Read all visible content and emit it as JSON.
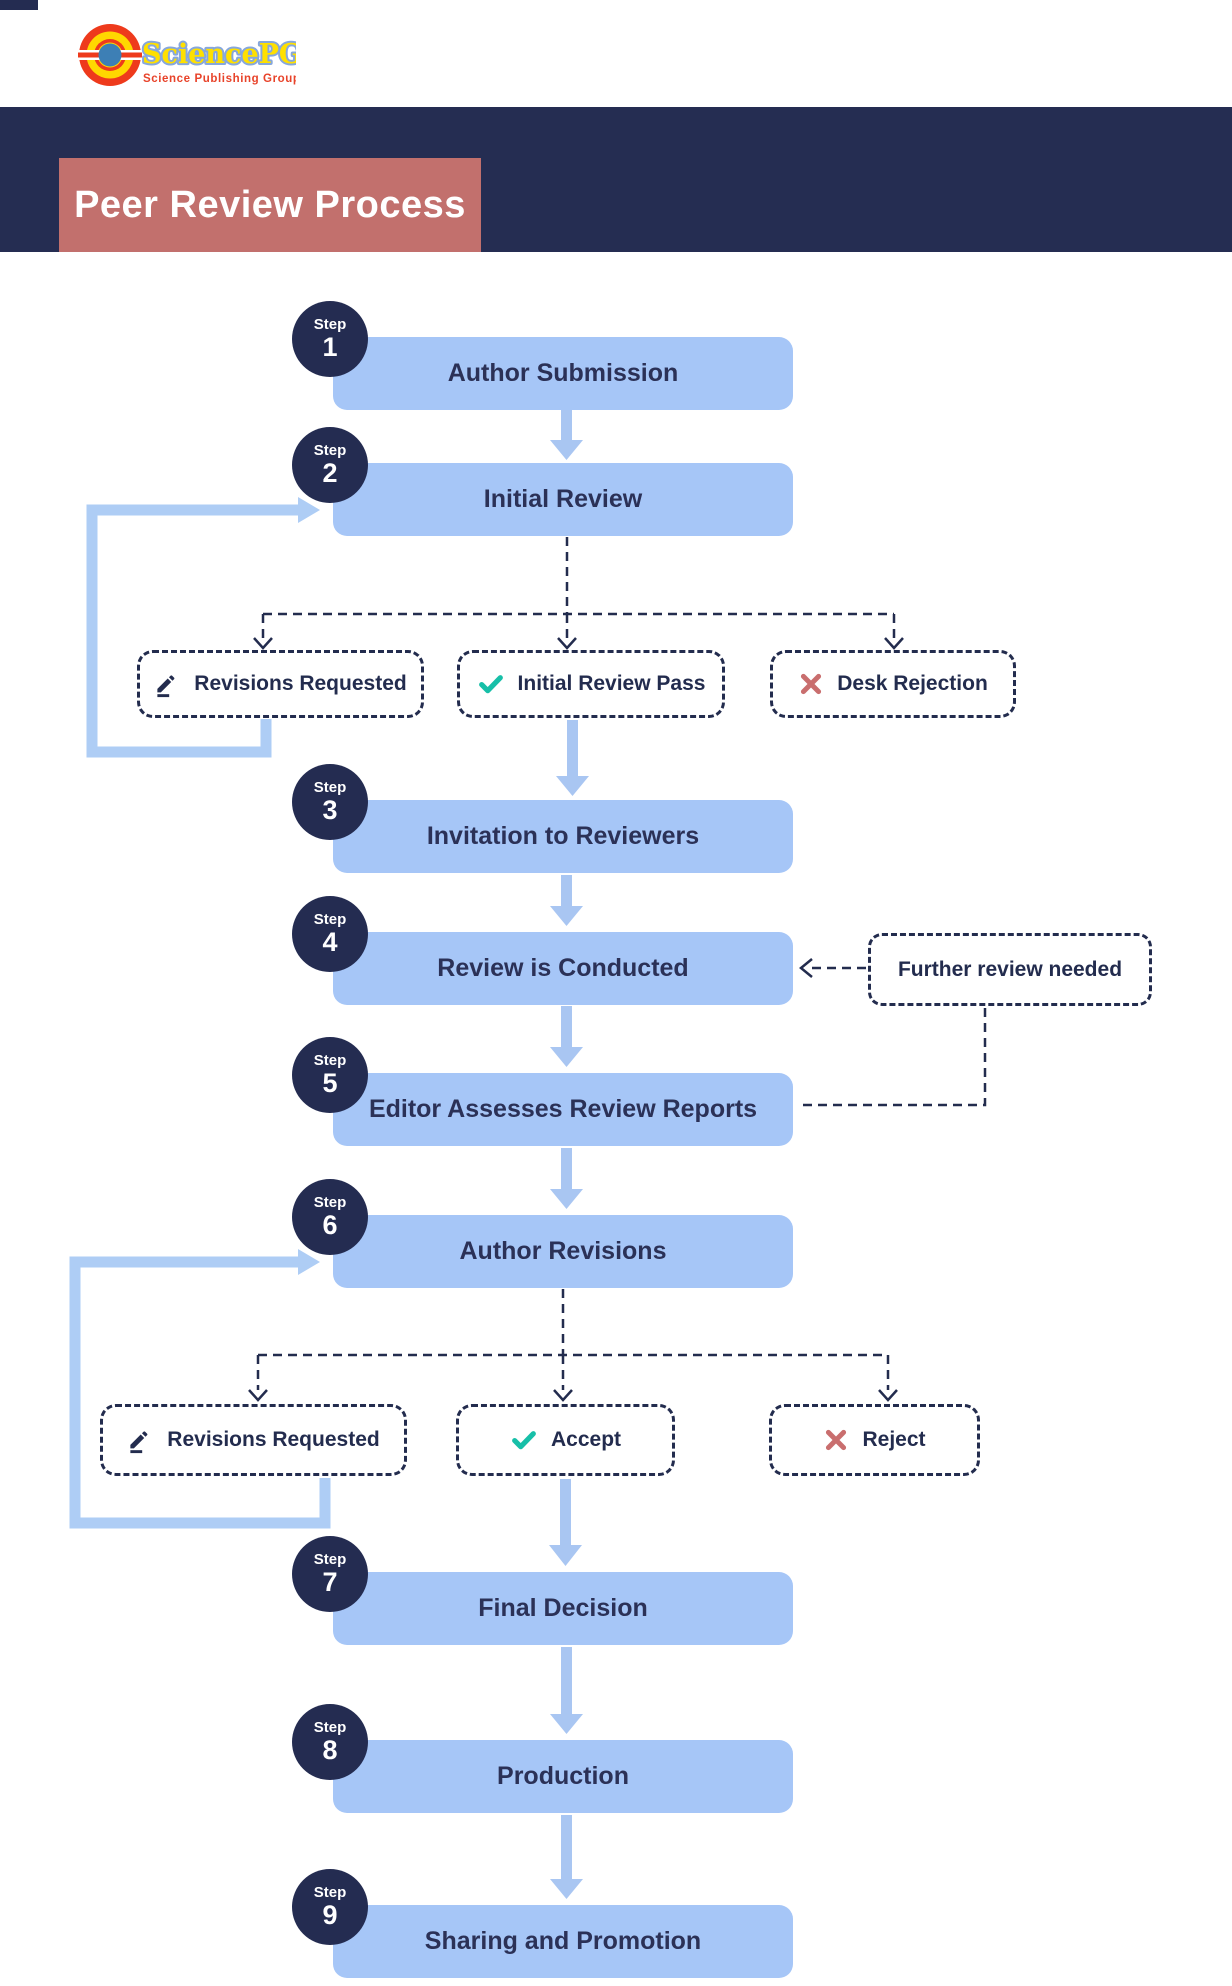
{
  "logo": {
    "brand": "SciencePG",
    "tagline": "Science Publishing Group"
  },
  "header": {
    "title": "Peer Review Process"
  },
  "flow": {
    "step_label": "Step",
    "steps": [
      {
        "number": "1",
        "title": "Author Submission"
      },
      {
        "number": "2",
        "title": "Initial Review"
      },
      {
        "number": "3",
        "title": "Invitation to Reviewers"
      },
      {
        "number": "4",
        "title": "Review is Conducted"
      },
      {
        "number": "5",
        "title": "Editor Assesses Review Reports"
      },
      {
        "number": "6",
        "title": "Author Revisions"
      },
      {
        "number": "7",
        "title": "Final Decision"
      },
      {
        "number": "8",
        "title": "Production"
      },
      {
        "number": "9",
        "title": "Sharing and Promotion"
      }
    ],
    "initial_review_outcomes": [
      {
        "label": "Revisions Requested",
        "icon": "pencil-icon"
      },
      {
        "label": "Initial Review Pass",
        "icon": "check-icon"
      },
      {
        "label": "Desk Rejection",
        "icon": "x-icon"
      }
    ],
    "decision_outcomes": [
      {
        "label": "Revisions Requested",
        "icon": "pencil-icon"
      },
      {
        "label": "Accept",
        "icon": "check-icon"
      },
      {
        "label": "Reject",
        "icon": "x-icon"
      }
    ],
    "callout": {
      "label": "Further review needed"
    }
  },
  "colors": {
    "navy": "#242c51",
    "box_blue": "#a6c6f7",
    "arrow_blue": "#a9c6f2",
    "loop_blue": "#aecdf5",
    "title_bg": "#c2706d",
    "check_teal": "#17bfa8",
    "cross_red": "#c96e6e",
    "box_text": "#2b3157"
  }
}
